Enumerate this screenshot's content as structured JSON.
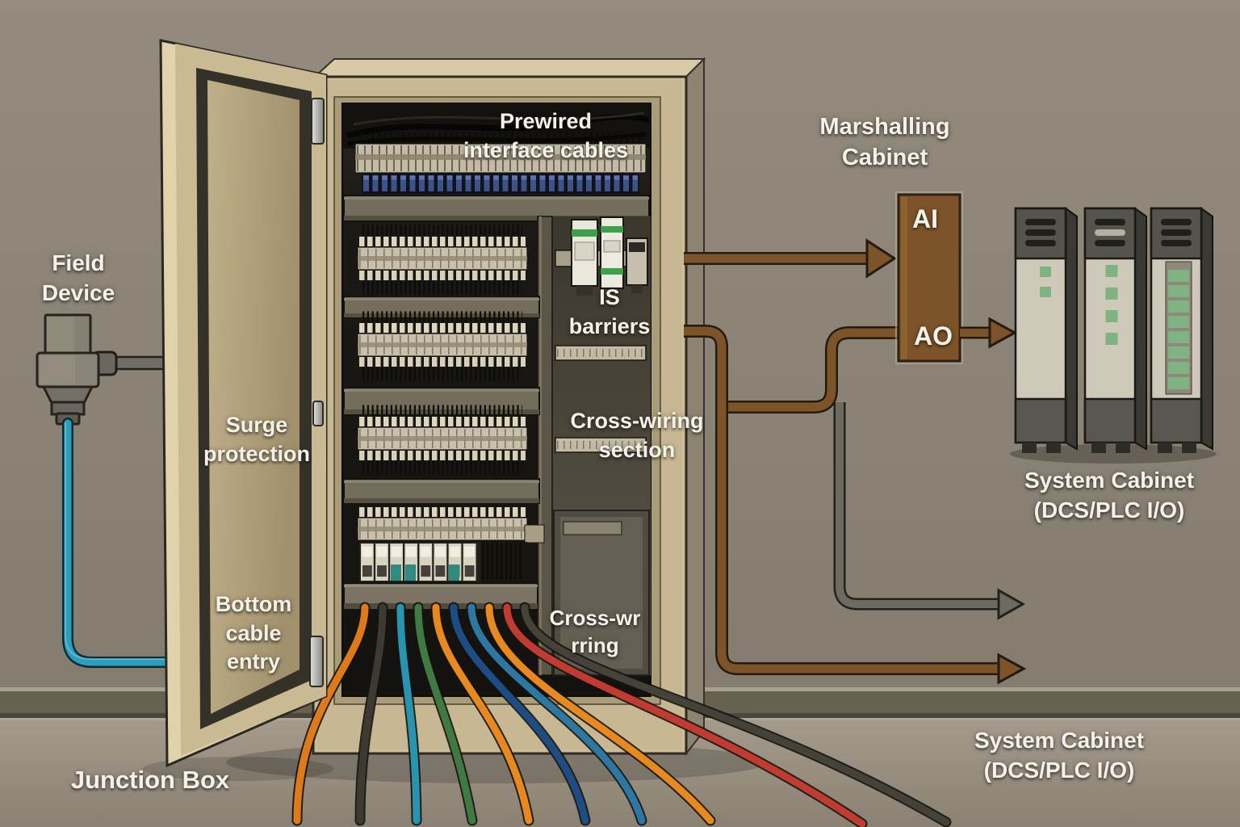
{
  "labels": {
    "field_device": {
      "line1": "Field",
      "line2": "Device"
    },
    "prewired": {
      "line1": "Prewired",
      "line2": "interface cables"
    },
    "marshalling": {
      "line1": "Marshalling",
      "line2": "Cabinet"
    },
    "ai": "AI",
    "ao": "AO",
    "is_barriers": {
      "line1": "IS",
      "line2": "barriers"
    },
    "cross_wiring": {
      "line1": "Cross-wiring",
      "line2": "section"
    },
    "surge": {
      "line1": "Surge",
      "line2": "protection"
    },
    "bottom_entry": {
      "line1": "Bottom",
      "line2": "cable",
      "line3": "entry"
    },
    "cross_wiring2": {
      "line1": "Cross-wr",
      "line2": "rring"
    },
    "junction_box": "Junction Box",
    "system_cabinet_top": {
      "line1": "System Cabinet",
      "line2": "(DCS/PLC I/O)"
    },
    "system_cabinet_bottom": {
      "line1": "System Cabinet",
      "line2": "(DCS/PLC I/O)"
    }
  },
  "colors": {
    "pipe_brown": "#7D5429",
    "pipe_gray": "#6D6A61",
    "marshalling_box": "#7D5429",
    "field_cable": "#2B9DBD",
    "led_green": "#7FB382",
    "cabinet_tan": "#C7B893",
    "door_panel": "#B3A37E",
    "wall": "#8F8779",
    "floor": "#9D9486"
  },
  "wires": [
    "#DE7A1A",
    "#3C3A33",
    "#2795B0",
    "#3E7A41",
    "#E8891F",
    "#1E4C85",
    "#2D77A3",
    "#E8891F",
    "#C23B30",
    "#45423A"
  ]
}
